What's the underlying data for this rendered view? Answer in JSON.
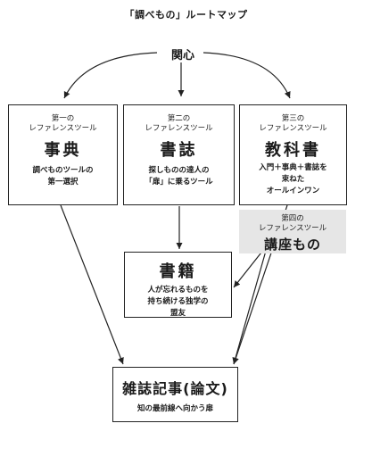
{
  "title": "「調べもの」ルートマップ",
  "root": "関心",
  "boxes": {
    "jiten": {
      "kicker1": "第一の",
      "kicker2": "レファレンスツール",
      "name": "事典",
      "desc1": "調べものツールの",
      "desc2": "第一選択"
    },
    "shoshi": {
      "kicker1": "第二の",
      "kicker2": "レファレンスツール",
      "name": "書誌",
      "desc1": "探しものの達人の",
      "desc2": "「扉」に乗るツール"
    },
    "kyokasho": {
      "kicker1": "第三の",
      "kicker2": "レファレンスツール",
      "name": "教科書",
      "desc1": "入門＋事典＋書誌を",
      "desc2": "束ねた",
      "desc3": "オールインワン"
    },
    "koza": {
      "kicker1": "第四の",
      "kicker2": "レファレンスツール",
      "name": "講座もの"
    },
    "shoseki": {
      "name": "書籍",
      "desc1": "人が忘れるものを",
      "desc2": "持ち続ける独学の",
      "desc3": "盟友"
    },
    "zasshi": {
      "name": "雑誌記事(論文)",
      "desc1": "知の最前線へ向かう扉"
    }
  }
}
